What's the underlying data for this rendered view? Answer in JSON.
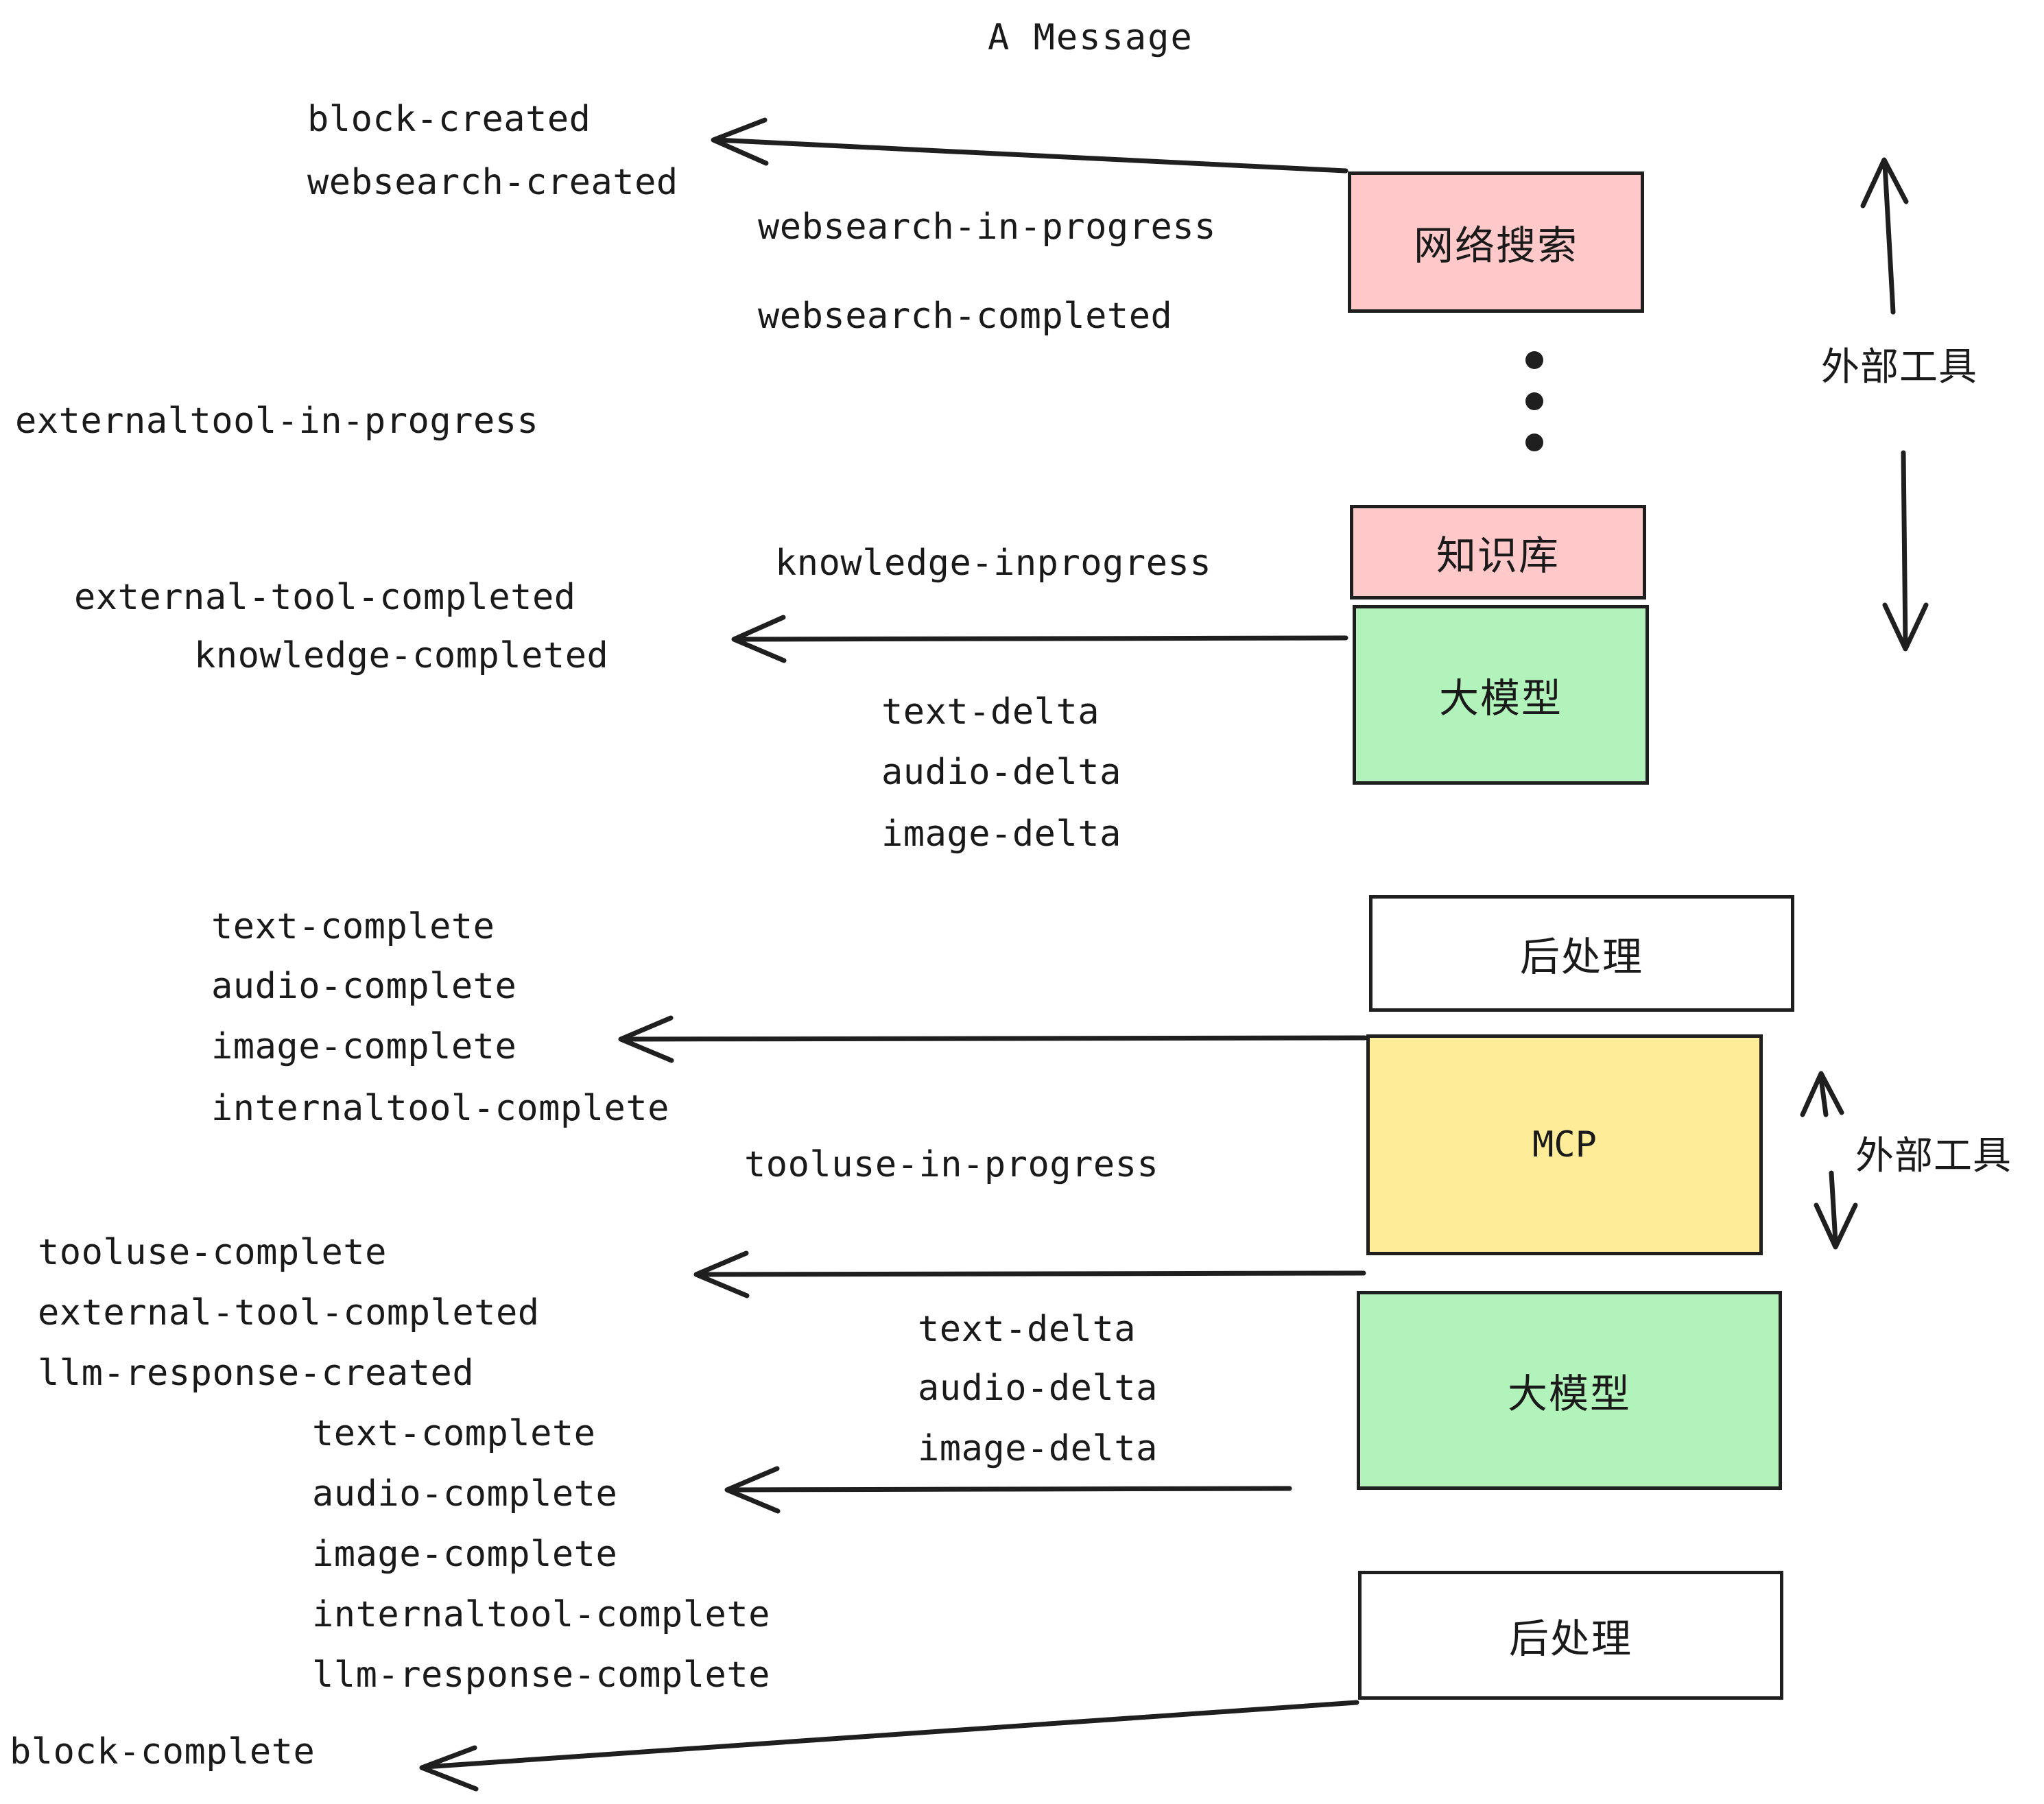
{
  "diagram": {
    "title": "A Message",
    "colors": {
      "pink": "#FFC9C9",
      "green": "#B2F2BB",
      "yellow": "#FFEC99",
      "white": "#FFFFFF",
      "stroke": "#1F1F1F",
      "text": "#1A1A1A"
    },
    "nodes": [
      {
        "id": "websearch",
        "label": "网络搜索",
        "fill": "#FFC9C9"
      },
      {
        "id": "knowledgebase",
        "label": "知识库",
        "fill": "#FFC9C9"
      },
      {
        "id": "llm-1",
        "label": "大模型",
        "fill": "#B2F2BB"
      },
      {
        "id": "postprocess-1",
        "label": "后处理",
        "fill": "#FFFFFF"
      },
      {
        "id": "mcp",
        "label": "MCP",
        "fill": "#FFEC99"
      },
      {
        "id": "llm-2",
        "label": "大模型",
        "fill": "#B2F2BB"
      },
      {
        "id": "postprocess-2",
        "label": "后处理",
        "fill": "#FFFFFF"
      }
    ],
    "annotations": [
      {
        "id": "external-tool-top",
        "label": "外部工具"
      },
      {
        "id": "external-tool-bottom",
        "label": "外部工具"
      }
    ],
    "events": [
      {
        "id": "e01",
        "text": "block-created"
      },
      {
        "id": "e02",
        "text": "websearch-created"
      },
      {
        "id": "e03",
        "text": "websearch-in-progress"
      },
      {
        "id": "e04",
        "text": "websearch-completed"
      },
      {
        "id": "e05",
        "text": "externaltool-in-progress"
      },
      {
        "id": "e06",
        "text": "knowledge-inprogress"
      },
      {
        "id": "e07",
        "text": "external-tool-completed"
      },
      {
        "id": "e08",
        "text": "knowledge-completed"
      },
      {
        "id": "e09",
        "text": "text-delta"
      },
      {
        "id": "e10",
        "text": "audio-delta"
      },
      {
        "id": "e11",
        "text": "image-delta"
      },
      {
        "id": "e12",
        "text": "text-complete"
      },
      {
        "id": "e13",
        "text": "audio-complete"
      },
      {
        "id": "e14",
        "text": "image-complete"
      },
      {
        "id": "e15",
        "text": "internaltool-complete"
      },
      {
        "id": "e16",
        "text": "tooluse-in-progress"
      },
      {
        "id": "e17",
        "text": "tooluse-complete"
      },
      {
        "id": "e18",
        "text": "external-tool-completed"
      },
      {
        "id": "e19",
        "text": "llm-response-created"
      },
      {
        "id": "e20",
        "text": "text-delta"
      },
      {
        "id": "e21",
        "text": "audio-delta"
      },
      {
        "id": "e22",
        "text": "image-delta"
      },
      {
        "id": "e23",
        "text": "text-complete"
      },
      {
        "id": "e24",
        "text": "audio-complete"
      },
      {
        "id": "e25",
        "text": "image-complete"
      },
      {
        "id": "e26",
        "text": "internaltool-complete"
      },
      {
        "id": "e27",
        "text": "llm-response-complete"
      },
      {
        "id": "e28",
        "text": "block-complete"
      }
    ]
  }
}
